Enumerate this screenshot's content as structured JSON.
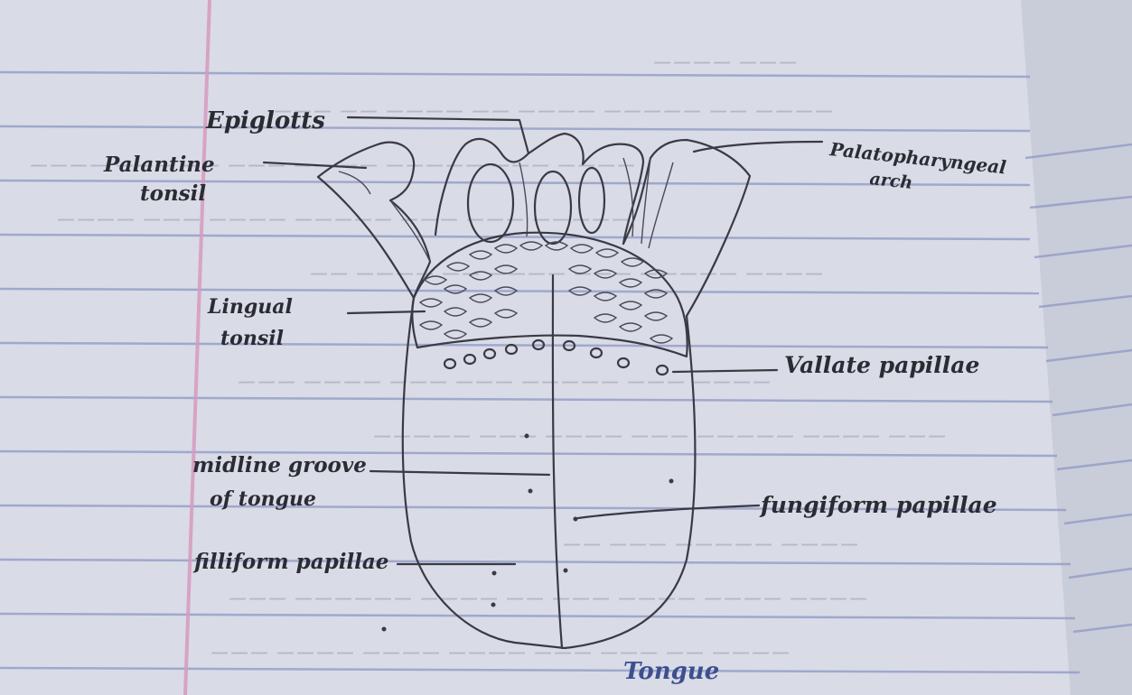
{
  "colors": {
    "paper": "#d9dbe6",
    "paper_shade": "#c8cbd8",
    "rule_line": "#8e98c4",
    "margin_line": "#d79ac0",
    "pencil": "#3a3a44",
    "ink_blue": "#3d4f8f"
  },
  "labels": {
    "epiglottis": "Epiglotts",
    "palatine_tonsil_1": "Palantine",
    "palatine_tonsil_2": "tonsil",
    "palatopharyngeal_1": "Palatopharyngeal",
    "palatopharyngeal_2": "arch",
    "lingual_tonsil_1": "Lingual",
    "lingual_tonsil_2": "tonsil",
    "vallate_papillae": "Vallate papillae",
    "midline_groove_1": "midline groove",
    "midline_groove_2": "of tongue",
    "fungiform_papillae": "fungiform papillae",
    "filliform_papillae": "filliform papillae",
    "title": "Tongue"
  }
}
